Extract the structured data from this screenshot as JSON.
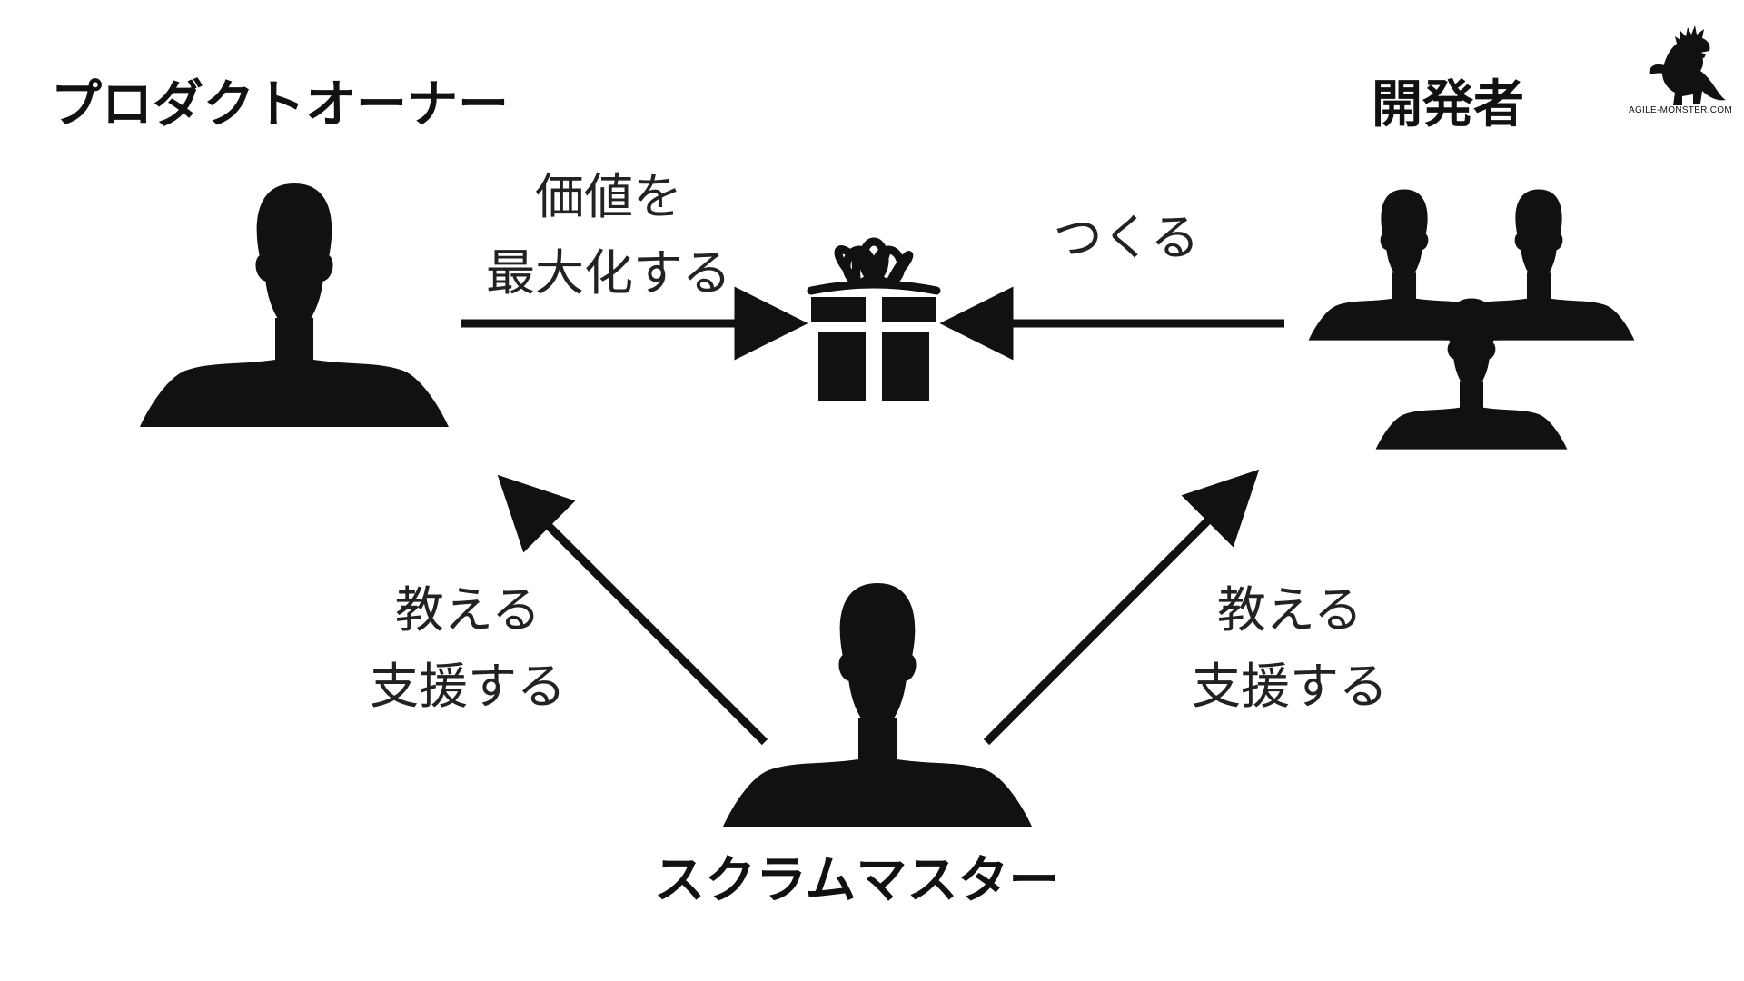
{
  "roles": {
    "product_owner": "プロダクトオーナー",
    "developers": "開発者",
    "scrum_master": "スクラムマスター"
  },
  "actions": {
    "maximize_value": [
      "価値を",
      "最大化する"
    ],
    "make": "つくる",
    "teach_support_left": [
      "教える",
      "支援する"
    ],
    "teach_support_right": [
      "教える",
      "支援する"
    ]
  },
  "logo": {
    "text": "AGILE-MONSTER.COM",
    "icon": "monster-icon"
  },
  "icons": {
    "person": "person-silhouette-icon",
    "group": "group-silhouette-icon",
    "gift": "gift-box-icon"
  },
  "colors": {
    "foreground": "#111111",
    "background": "#ffffff"
  }
}
